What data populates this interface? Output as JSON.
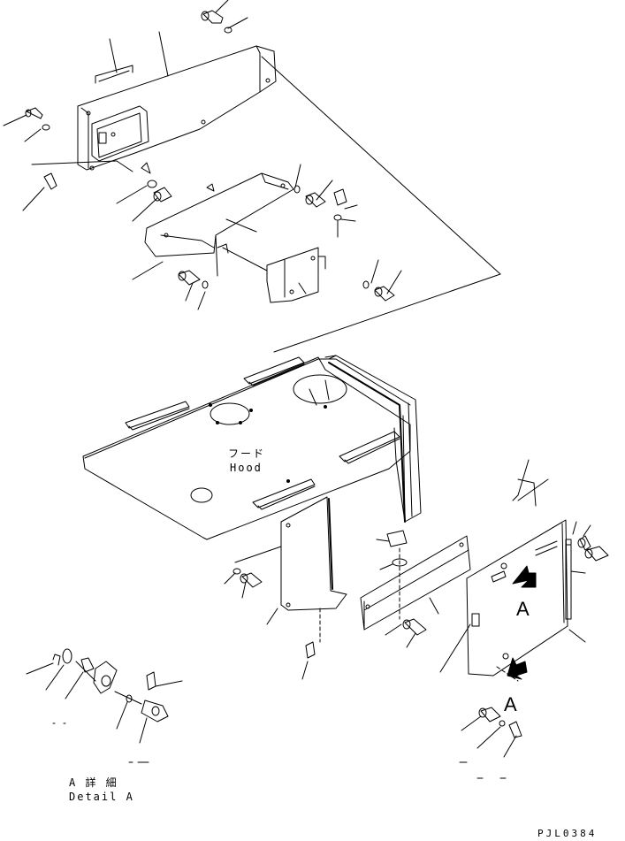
{
  "hood_label_jp": "フード",
  "hood_label_en": "Hood",
  "view_marker": "A",
  "detail_label_jp": "A 詳 細",
  "detail_label_en": "Detail A",
  "drawing_number": "PJL0384"
}
